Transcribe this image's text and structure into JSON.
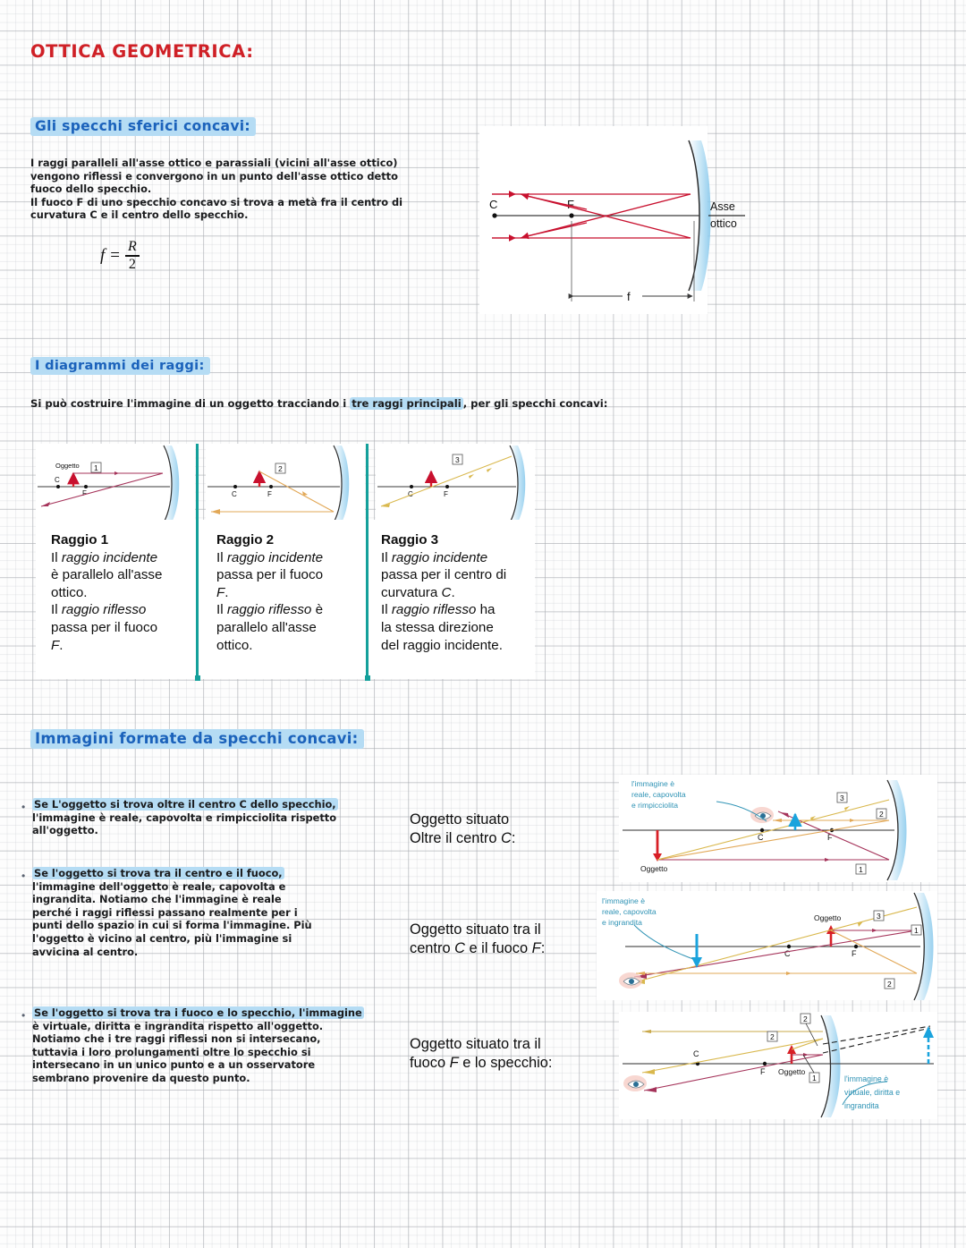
{
  "document": {
    "title": "OTTICA GEOMETRICA:",
    "language": "it"
  },
  "sections": [
    {
      "heading": "Gli specchi sferici concavi:",
      "paragraphs": [
        "I raggi paralleli all'asse ottico e parassiali (vicini all'asse ottico)",
        "vengono riflessi e convergono in un punto dell'asse ottico detto",
        "fuoco dello specchio.",
        "Il fuoco F di uno specchio concavo si trova a metà fra il centro di",
        "curvatura C e il centro dello specchio."
      ],
      "formula": {
        "lhs": "f",
        "op": "=",
        "numerator": "R",
        "denominator": "2"
      }
    },
    {
      "heading": "I diagrammi dei raggi:",
      "intro_before": "Si può costruire l'immagine di un oggetto tracciando i ",
      "intro_highlight": "tre raggi principali",
      "intro_after": ", per gli specchi concavi:"
    },
    {
      "heading": "Immagini formate da specchi concavi:"
    }
  ],
  "figure_focus": {
    "labels": {
      "c": "C",
      "f": "F",
      "focal": "f",
      "axis_line1": "Asse",
      "axis_line2": "ottico"
    }
  },
  "ray_diagrams": {
    "badges": [
      "1",
      "2",
      "3"
    ],
    "labels": {
      "c": "C",
      "f": "F",
      "object": "Oggetto"
    }
  },
  "ray_rules": [
    {
      "title": "Raggio 1",
      "lines": [
        {
          "pre": "Il ",
          "em": "raggio incidente",
          "post": ""
        },
        {
          "pre": "è parallelo all'asse",
          "em": "",
          "post": ""
        },
        {
          "pre": "ottico.",
          "em": "",
          "post": ""
        },
        {
          "pre": "Il ",
          "em": "raggio riflesso",
          "post": ""
        },
        {
          "pre": "passa per il fuoco",
          "em": "",
          "post": ""
        },
        {
          "pre": "",
          "em": "F",
          "post": "."
        }
      ]
    },
    {
      "title": "Raggio 2",
      "lines": [
        {
          "pre": "Il ",
          "em": "raggio incidente",
          "post": ""
        },
        {
          "pre": "passa per il fuoco",
          "em": "",
          "post": ""
        },
        {
          "pre": "",
          "em": "F",
          "post": "."
        },
        {
          "pre": "Il ",
          "em": "raggio riflesso",
          "post": " è"
        },
        {
          "pre": "parallelo all'asse",
          "em": "",
          "post": ""
        },
        {
          "pre": "ottico.",
          "em": "",
          "post": ""
        }
      ]
    },
    {
      "title": "Raggio 3",
      "lines": [
        {
          "pre": "Il ",
          "em": "raggio incidente",
          "post": ""
        },
        {
          "pre": "passa per il centro di",
          "em": "",
          "post": ""
        },
        {
          "pre": "curvatura ",
          "em": "C",
          "post": "."
        },
        {
          "pre": "Il ",
          "em": "raggio riflesso",
          "post": " ha"
        },
        {
          "pre": "la stessa direzione",
          "em": "",
          "post": ""
        },
        {
          "pre": "del raggio incidente.",
          "em": "",
          "post": ""
        }
      ]
    }
  ],
  "image_cases": [
    {
      "bullet_highlight": "Se L'oggetto si trova oltre il centro C dello specchio,",
      "bullet_rest": [
        "l'immagine è reale, capovolta e rimpicciolita rispetto",
        "all'oggetto."
      ],
      "case_label_lines": [
        "Oggetto situato",
        "oltre il centro C:"
      ],
      "caption": [
        "l'immagine è",
        "reale, capovolta",
        "e rimpicciolita"
      ]
    },
    {
      "bullet_highlight": "Se l'oggetto si trova tra il centro e il fuoco,",
      "bullet_rest": [
        "l'immagine dell'oggetto è reale, capovolta e",
        "ingrandita. Notiamo che l'immagine è reale",
        "perché i raggi riflessi passano realmente per i",
        "punti dello spazio in cui si forma l'immagine. Più",
        "l'oggetto è vicino al centro, più l'immagine si",
        "avvicina al centro."
      ],
      "case_label_lines": [
        "Oggetto situato tra il",
        "centro C e il fuoco F:"
      ],
      "caption": [
        "l'immagine è",
        "reale, capovolta",
        "e ingrandita"
      ]
    },
    {
      "bullet_highlight": "Se l'oggetto si trova tra i fuoco e lo specchio, l'immagine",
      "bullet_rest": [
        "è virtuale, diritta e ingrandita rispetto all'oggetto.",
        "Notiamo che i tre raggi riflessi non si intersecano,",
        "tuttavia i loro prolungamenti oltre lo specchio si",
        "intersecano in un unico punto e a un osservatore",
        "sembrano provenire da questo punto."
      ],
      "case_label_lines": [
        "Oggetto situato tra il",
        "fuoco F e lo specchio:"
      ],
      "caption": [
        "l'immagine è",
        "virtuale, diritta e",
        "ingrandita"
      ]
    }
  ],
  "colors": {
    "red_title": "#cf2026",
    "blue_heading": "#1b62bb",
    "highlight": "#b5dcf4",
    "divider_teal": "#14a09b",
    "ray_red": "#c8102e",
    "ray_crimson": "#a5335a",
    "ray_gold": "#c8a93b",
    "ray_orange": "#e2a857",
    "mirror_blue": "#9fd3ef",
    "caption_teal": "#2f93b5",
    "arrow_blue": "#1aa3dd",
    "object_red": "#d81f26"
  }
}
